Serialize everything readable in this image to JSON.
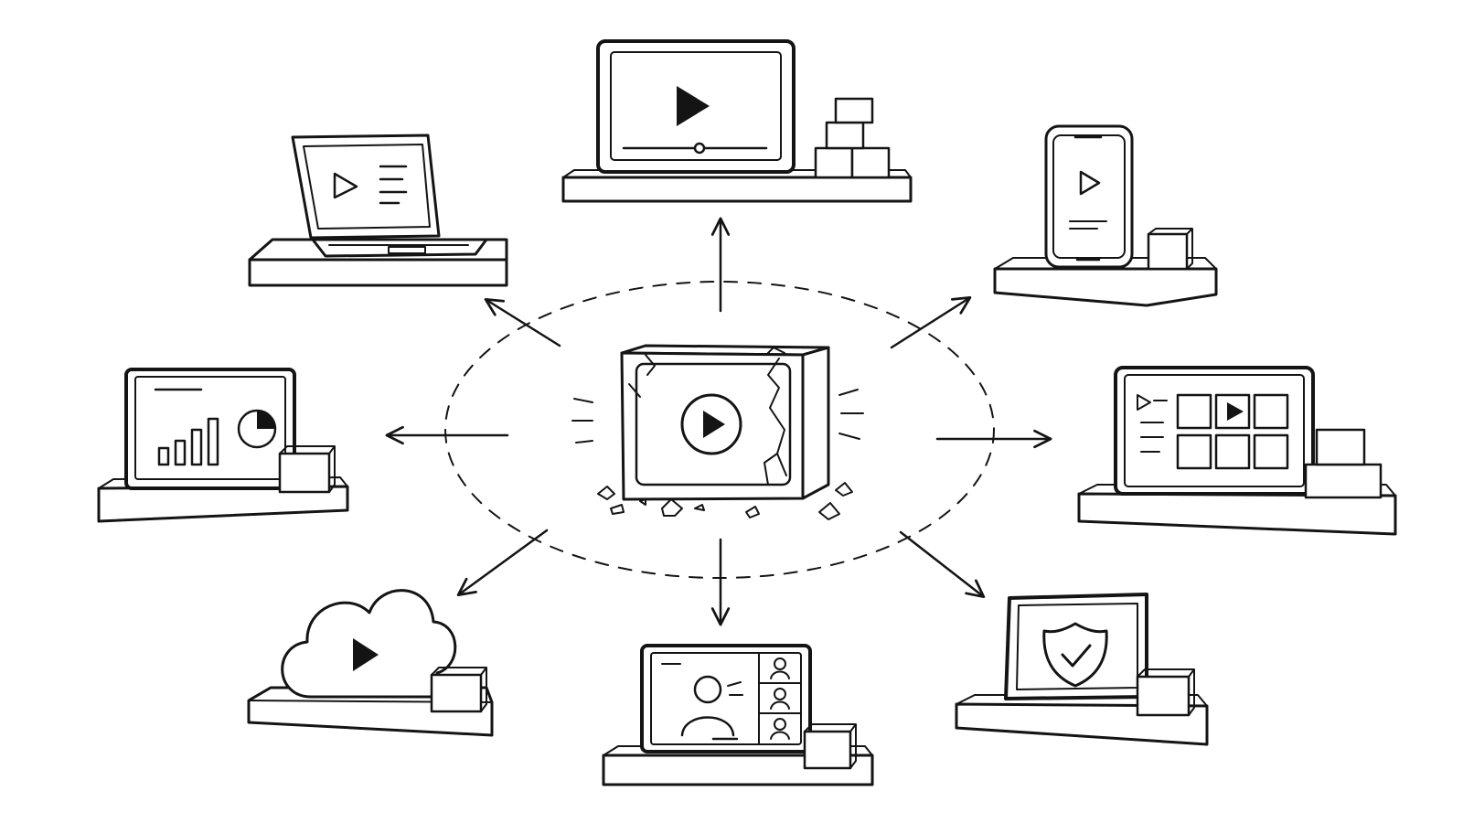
{
  "diagram": {
    "style": "hand-drawn line sketch",
    "colors": {
      "ink": "#141414",
      "background": "#ffffff"
    },
    "center": {
      "icon": "cracked-video-block-icon"
    },
    "boundary": "dashed ellipse",
    "arrow_count": 8,
    "destinations": [
      {
        "id": "top",
        "icon": "video-monitor-icon"
      },
      {
        "id": "top-left",
        "icon": "laptop-video-icon"
      },
      {
        "id": "top-right",
        "icon": "smartphone-video-icon"
      },
      {
        "id": "left",
        "icon": "analytics-dashboard-icon"
      },
      {
        "id": "right",
        "icon": "video-gallery-tablet-icon"
      },
      {
        "id": "bottom-left",
        "icon": "cloud-video-icon"
      },
      {
        "id": "bottom",
        "icon": "video-conference-icon"
      },
      {
        "id": "bottom-right",
        "icon": "security-shield-icon"
      }
    ]
  }
}
